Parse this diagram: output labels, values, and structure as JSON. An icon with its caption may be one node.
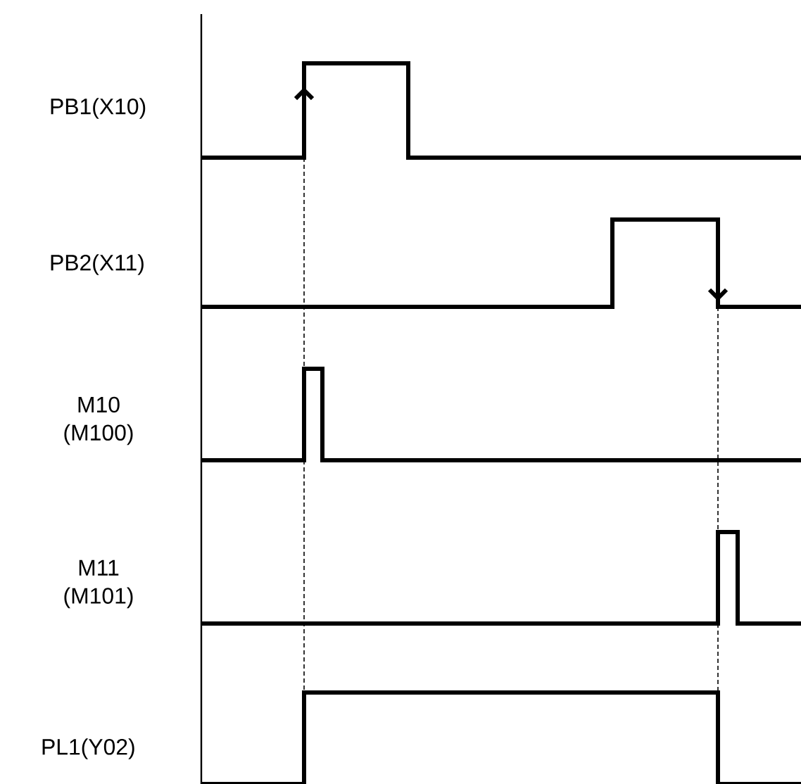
{
  "diagram": {
    "labels": [
      "PB1(X10)",
      "PB2(X11)",
      "M10 (M100)",
      "M11 (M101)",
      "PL1(Y02)"
    ]
  }
}
